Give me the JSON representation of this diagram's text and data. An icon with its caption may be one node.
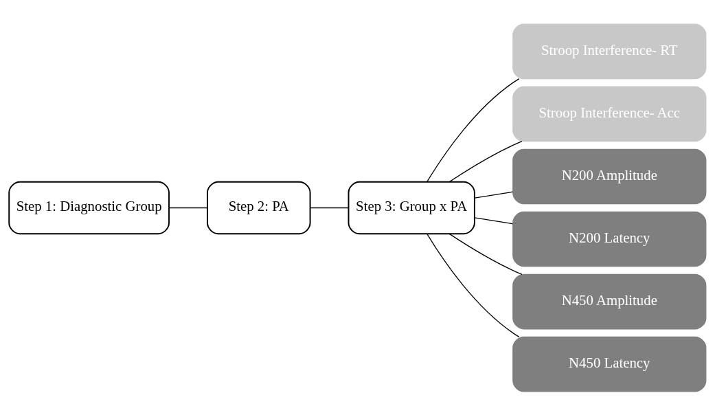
{
  "diagram": {
    "nodes": [
      {
        "text": [
          "Step 1: Diagnostic Group"
        ]
      },
      {
        "text": [
          "Step 2: PA"
        ]
      },
      {
        "text": [
          "Step 3: Group x PA"
        ]
      },
      {
        "text": [
          "Stroop Interference- RT"
        ]
      },
      {
        "text": [
          "Stroop Interference- Acc"
        ]
      },
      {
        "text": [
          "N200 Amplitude"
        ]
      },
      {
        "text": [
          "N200 Latency"
        ]
      },
      {
        "text": [
          "N450 Amplitude"
        ]
      },
      {
        "text": [
          "N450 Latency"
        ]
      }
    ],
    "edges": [
      {
        "from": 0,
        "to": 1,
        "arrow": "none"
      },
      {
        "from": 1,
        "to": 2,
        "arrow": "none"
      },
      {
        "from": 2,
        "to": 3,
        "arrow": "none"
      },
      {
        "from": 2,
        "to": 4,
        "arrow": "none"
      },
      {
        "from": 2,
        "to": 5,
        "arrow": "none"
      },
      {
        "from": 2,
        "to": 6,
        "arrow": "none"
      },
      {
        "from": 2,
        "to": 7,
        "arrow": "none"
      },
      {
        "from": 2,
        "to": 8,
        "arrow": "none"
      }
    ]
  }
}
